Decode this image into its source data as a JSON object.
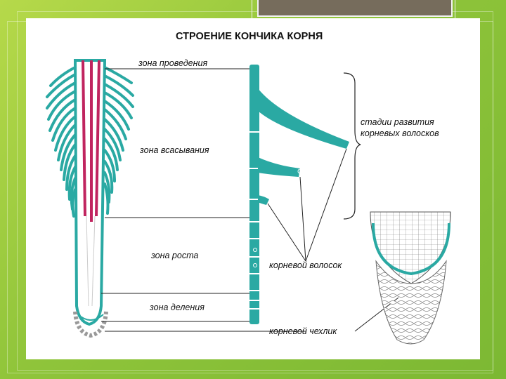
{
  "title": "СТРОЕНИЕ КОНЧИКА КОРНЯ",
  "zones": {
    "conduction": "зона проведения",
    "absorption": "зона всасывания",
    "growth": "зона роста",
    "division": "зона деления"
  },
  "labels": {
    "stages_line1": "стадии развития",
    "stages_line2": "корневых волосков",
    "root_hair": "корневой волосок",
    "root_cap": "корневой чехлик"
  },
  "colors": {
    "teal": "#2aa9a3",
    "magenta": "#c0245f",
    "background": "#8fc43a"
  }
}
